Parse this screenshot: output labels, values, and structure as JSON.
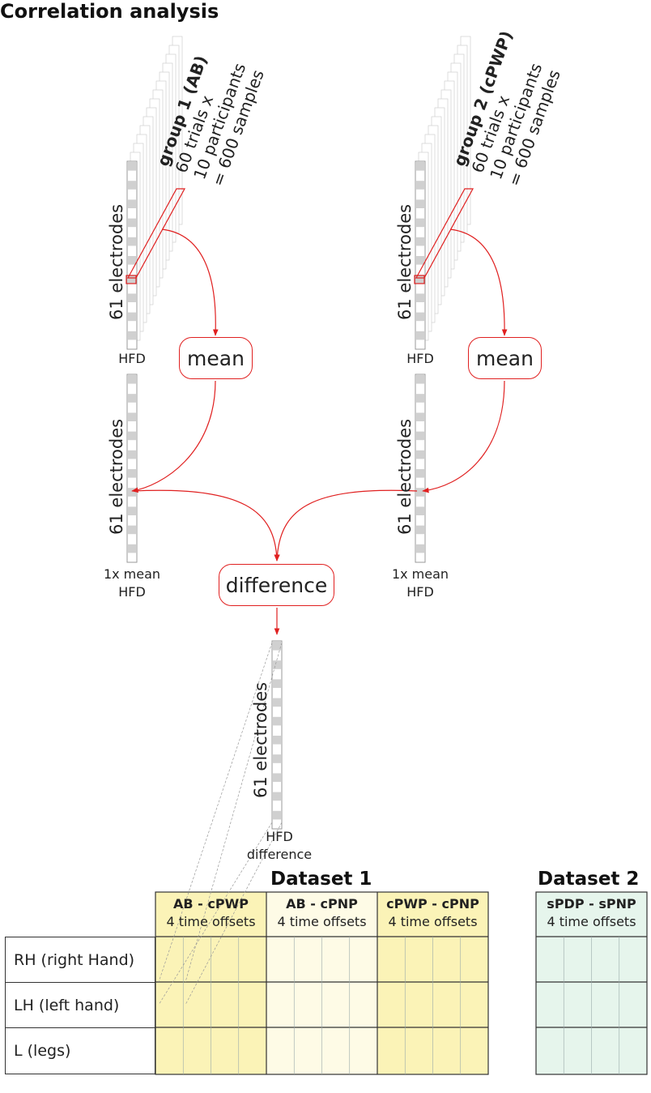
{
  "title": "Correlation analysis",
  "group1": {
    "name": "group 1 (AB)",
    "line1": "60 trials x",
    "line2": "10 participants",
    "line3": "= 600 samples"
  },
  "group2": {
    "name": "group 2 (cPWP)",
    "line1": "60 trials x",
    "line2": "10 participants",
    "line3": "= 600 samples"
  },
  "electrodes_label": "61 electrodes",
  "hfd_label": "HFD",
  "mean_label": "mean",
  "mean_hfd": {
    "line1": "1x mean",
    "line2": "HFD"
  },
  "difference_label": "difference",
  "hfd_difference": {
    "line1": "HFD",
    "line2": "difference"
  },
  "dataset1": {
    "title": "Dataset 1",
    "categories": [
      {
        "name": "AB - cPWP",
        "sub": "4 time offsets",
        "color": "#fbf3b7"
      },
      {
        "name": "AB - cPNP",
        "sub": "4 time offsets",
        "color": "#fefbe6"
      },
      {
        "name": "cPWP - cPNP",
        "sub": "4 time offsets",
        "color": "#fbf3b7"
      }
    ]
  },
  "dataset2": {
    "title": "Dataset 2",
    "categories": [
      {
        "name": "sPDP - sPNP",
        "sub": "4 time offsets",
        "color": "#e6f5ec"
      }
    ]
  },
  "rows": [
    "RH (right Hand)",
    "LH (left hand)",
    "L (legs)"
  ],
  "colors": {
    "arrow": "#e02020",
    "grid_line": "#333333",
    "electrode_strip": "#d0d0d0"
  }
}
